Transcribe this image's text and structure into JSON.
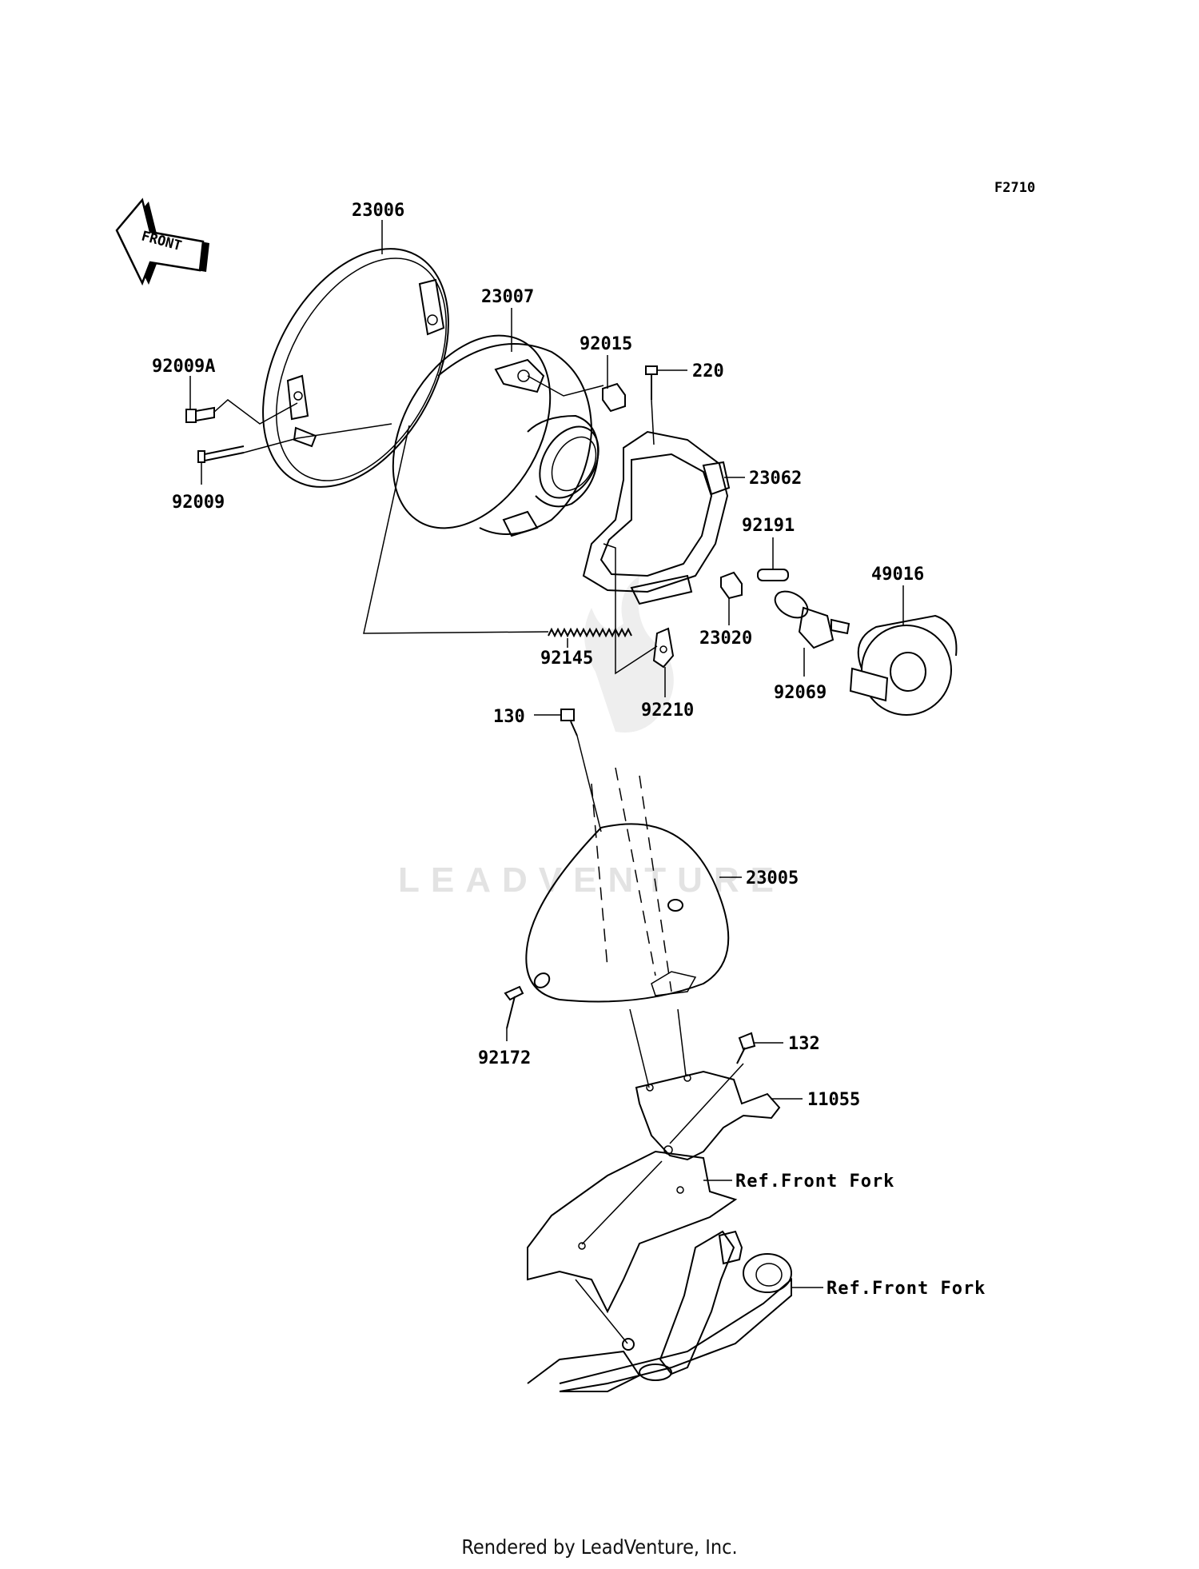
{
  "diagram_code": "F2710",
  "front_label": "FRONT",
  "watermark": "LEADVENTURE",
  "footer": "Rendered by LeadVenture, Inc.",
  "parts": [
    {
      "id": "23006",
      "label": "23006"
    },
    {
      "id": "23007",
      "label": "23007"
    },
    {
      "id": "92015",
      "label": "92015"
    },
    {
      "id": "220",
      "label": "220"
    },
    {
      "id": "92009A",
      "label": "92009A"
    },
    {
      "id": "92009",
      "label": "92009"
    },
    {
      "id": "23062",
      "label": "23062"
    },
    {
      "id": "92191",
      "label": "92191"
    },
    {
      "id": "49016",
      "label": "49016"
    },
    {
      "id": "23020",
      "label": "23020"
    },
    {
      "id": "92145",
      "label": "92145"
    },
    {
      "id": "92069",
      "label": "92069"
    },
    {
      "id": "92210",
      "label": "92210"
    },
    {
      "id": "130",
      "label": "130"
    },
    {
      "id": "23005",
      "label": "23005"
    },
    {
      "id": "92172",
      "label": "92172"
    },
    {
      "id": "132",
      "label": "132"
    },
    {
      "id": "11055",
      "label": "11055"
    }
  ],
  "references": [
    {
      "id": "ref-front-fork-1",
      "label": "Ref.Front Fork"
    },
    {
      "id": "ref-front-fork-2",
      "label": "Ref.Front Fork"
    }
  ]
}
